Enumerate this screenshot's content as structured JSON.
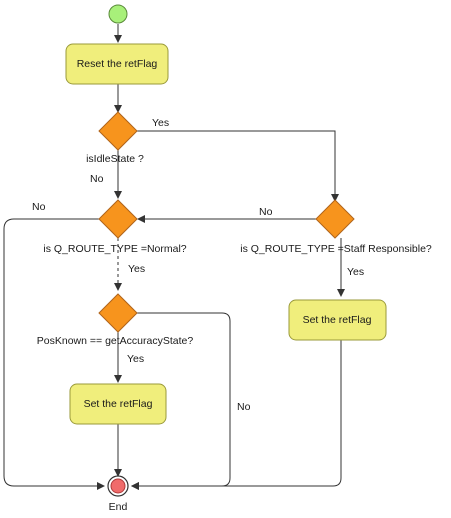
{
  "colors": {
    "action_fill": "#f0ee7c",
    "decision_fill": "#f7941d",
    "start_fill": "#a8f07a",
    "end_fill": "#f06b6b",
    "edge": "#333333"
  },
  "nodes": {
    "reset": {
      "label": "Reset the retFlag"
    },
    "idle_decision": {
      "label": "isIdleState ?"
    },
    "normal_decision": {
      "label": "is Q_ROUTE_TYPE =Normal?"
    },
    "staff_decision": {
      "label": "is Q_ROUTE_TYPE =Staff Responsible?"
    },
    "accuracy_decision": {
      "label": "PosKnown == getAccuracyState?"
    },
    "set_flag_left": {
      "label": "Set the retFlag"
    },
    "set_flag_right": {
      "label": "Set the retFlag"
    },
    "end": {
      "label": "End"
    }
  },
  "edge_labels": {
    "idle_yes": "Yes",
    "idle_no": "No",
    "staff_no": "No",
    "normal_no": "No",
    "normal_yes": "Yes",
    "staff_yes": "Yes",
    "accuracy_yes": "Yes",
    "accuracy_no": "No"
  }
}
